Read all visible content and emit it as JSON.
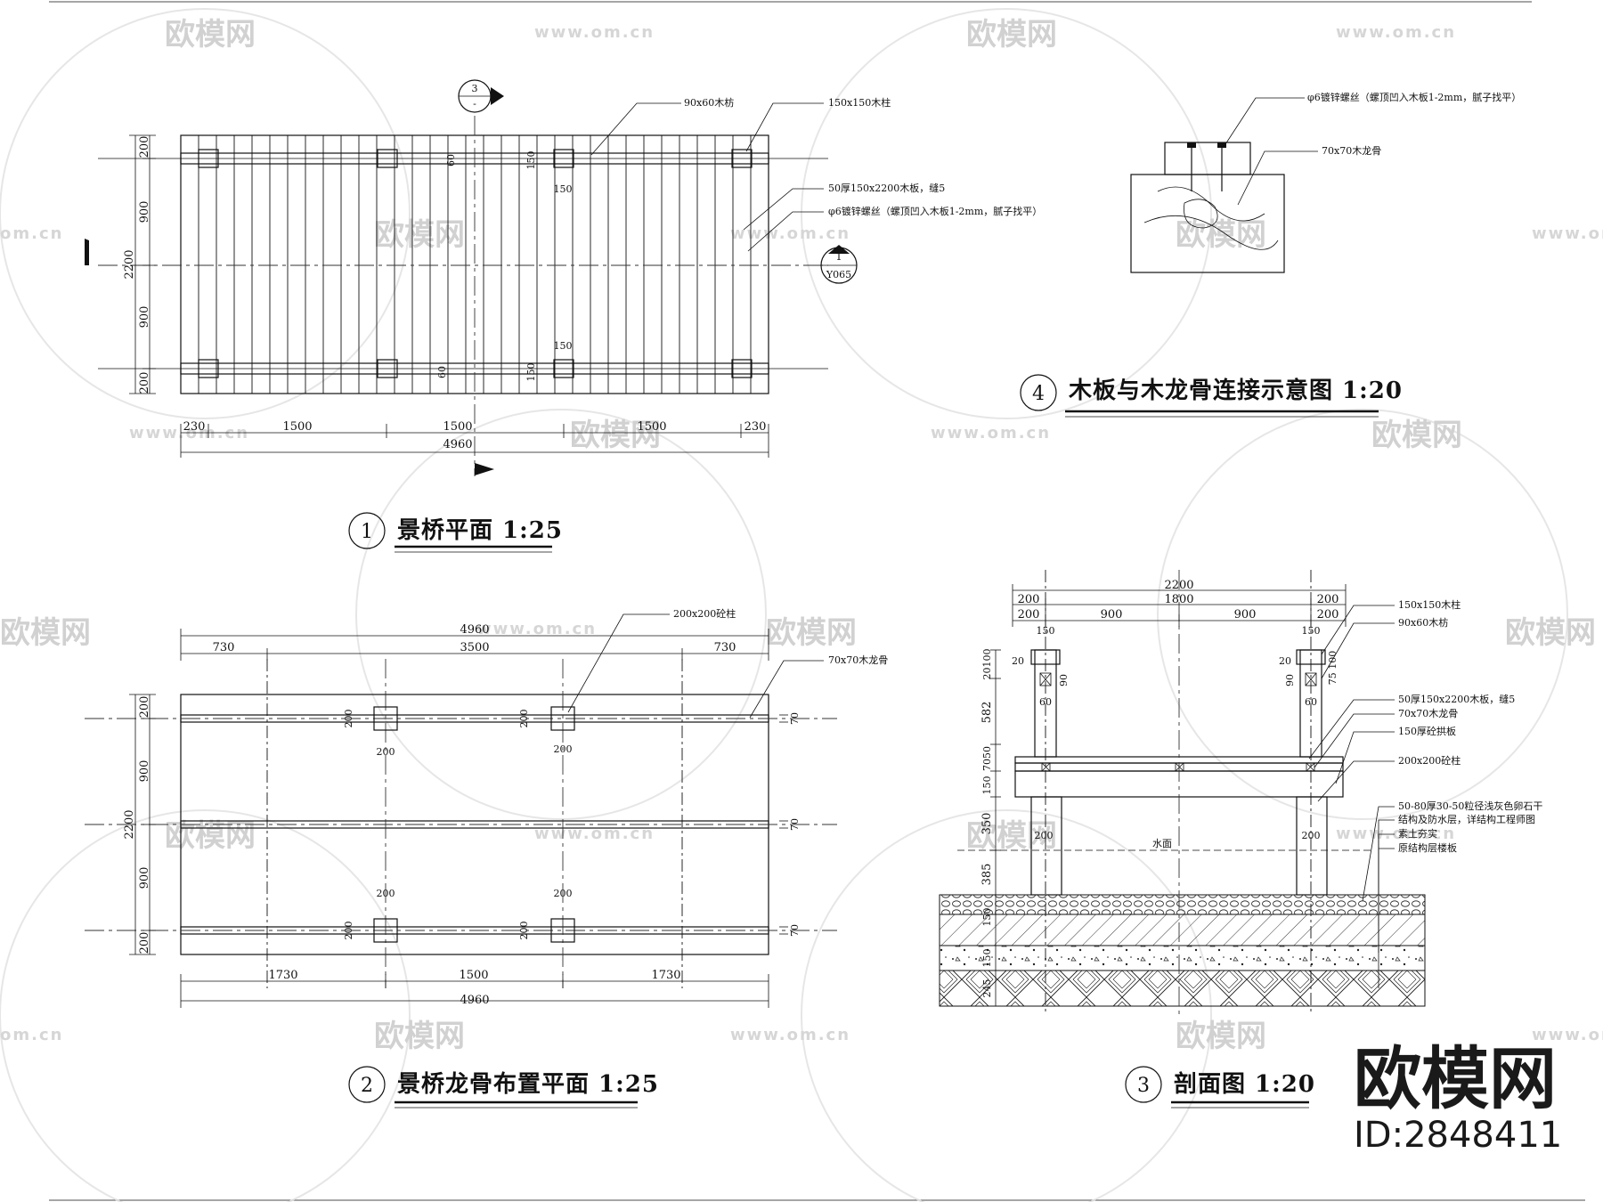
{
  "watermark": {
    "brand": "欧模网",
    "url": "www.om.cn",
    "url_short": "om.cn",
    "id": "ID:2848411"
  },
  "plan": {
    "title": "景桥平面 1:25",
    "number": "1",
    "labels": {
      "joist": "90x60木枋",
      "post": "150x150木柱",
      "board": "50厚150x2200木板，缝5",
      "screw": "φ6镀锌螺丝（螺顶凹入木板1-2mm，腻子找平）"
    },
    "dims": {
      "left": "230",
      "bay1": "1500",
      "bay2": "1500",
      "bay3": "1500",
      "right": "230",
      "total": "4960",
      "height_total": "2200",
      "h_top": "200",
      "h_mid1": "900",
      "h_mid2": "900",
      "h_bot": "200",
      "p150a": "150",
      "p150b": "150",
      "p150c": "150",
      "p150d": "150",
      "p60a": "60",
      "p60b": "60"
    },
    "section_mark": {
      "number": "3",
      "sheet": "-"
    },
    "detail_mark": {
      "number": "1",
      "sheet": "Y065"
    }
  },
  "joist_plan": {
    "title": "景桥龙骨布置平面 1:25",
    "number": "2",
    "labels": {
      "column": "200x200砼柱",
      "keel": "70x70木龙骨"
    },
    "dims": {
      "top_left": "730",
      "top_mid": "3500",
      "top_right": "730",
      "top_total": "4960",
      "bot_left": "1730",
      "bot_mid": "1500",
      "bot_right": "1730",
      "bot_total": "4960",
      "h_total": "2200",
      "h_top": "200",
      "h_mid1": "900",
      "h_mid2": "900",
      "h_bot": "200",
      "k70a": "70",
      "k70b": "70",
      "k70c": "70",
      "c200a": "200",
      "c200b": "200",
      "c200c": "200",
      "c200d": "200",
      "c200e": "200",
      "c200f": "200",
      "c200g": "200",
      "c200h": "200"
    }
  },
  "section": {
    "title": "剖面图 1:20",
    "number": "3",
    "labels": {
      "post": "150x150木柱",
      "joist": "90x60木枋",
      "board": "50厚150x2200木板，缝5",
      "keel": "70x70木龙骨",
      "slab": "150厚砼拱板",
      "column": "200x200砼柱",
      "gravel": "50-80厚30-50粒径浅灰色卵石干",
      "structure": "结构及防水层，详结构工程师图",
      "soil": "素土夯实",
      "base": "原结构层楼板",
      "water": "水面"
    },
    "dims": {
      "total": "2200",
      "inner": "1800",
      "o200a": "200",
      "o200b": "200",
      "o200c": "200",
      "o200d": "200",
      "m900a": "900",
      "m900b": "900",
      "p150a": "150",
      "p150b": "150",
      "v20100": "20100",
      "v582": "582",
      "v7050": "7050",
      "v150": "150",
      "v350": "350",
      "v385": "385",
      "v150b": "150",
      "v150c": "150",
      "v245": "245",
      "h20a": "20",
      "h20b": "20",
      "h90a": "90",
      "h90b": "90",
      "h60a": "60",
      "h60b": "60",
      "h75100": "75 100",
      "c200a": "200",
      "c200b": "200"
    }
  },
  "detail": {
    "title": "木板与木龙骨连接示意图 1:20",
    "number": "4",
    "labels": {
      "screw": "φ6镀锌螺丝（螺顶凹入木板1-2mm，腻子找平）",
      "keel": "70x70木龙骨"
    }
  }
}
